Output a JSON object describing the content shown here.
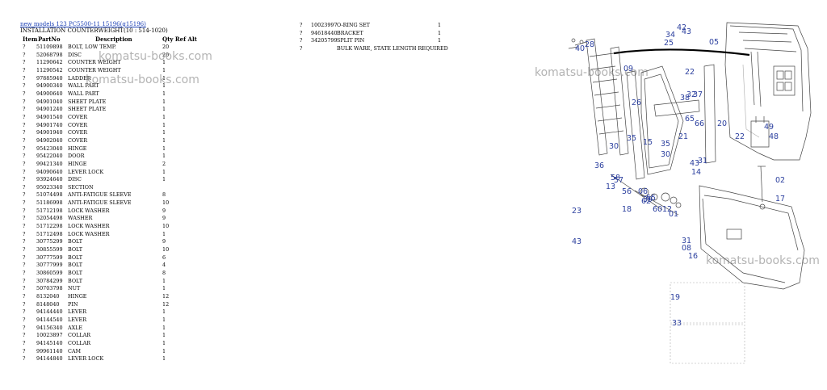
{
  "breadcrumb": {
    "link": "new models 123 PC5500-11 15196(g15196)"
  },
  "subtitle": "INSTALLATION COUNTERWEIGHT(10 : 514-1020)",
  "headers": {
    "item": "Item",
    "partno": "PartNo",
    "description": "Description",
    "qty": "Qty Ref Alt"
  },
  "parts_left": [
    {
      "q": "?",
      "n": "51109898",
      "d": "BOLT, LOW TEMP.",
      "qty": "20"
    },
    {
      "q": "?",
      "n": "52068798",
      "d": "DISC",
      "qty": "20"
    },
    {
      "q": "?",
      "n": "11290642",
      "d": "COUNTER WEIGHT",
      "qty": "1"
    },
    {
      "q": "?",
      "n": "11290542",
      "d": "COUNTER WEIGHT",
      "qty": "1"
    },
    {
      "q": "?",
      "n": "97885940",
      "d": "LADDER",
      "qty": "1"
    },
    {
      "q": "?",
      "n": "94900340",
      "d": "WALL PART",
      "qty": "1"
    },
    {
      "q": "?",
      "n": "94900640",
      "d": "WALL PART",
      "qty": "1"
    },
    {
      "q": "?",
      "n": "94901040",
      "d": "SHEET PLATE",
      "qty": "1"
    },
    {
      "q": "?",
      "n": "94901240",
      "d": "SHEET PLATE",
      "qty": "1"
    },
    {
      "q": "?",
      "n": "94901540",
      "d": "COVER",
      "qty": "1"
    },
    {
      "q": "?",
      "n": "94901740",
      "d": "COVER",
      "qty": "1"
    },
    {
      "q": "?",
      "n": "94901940",
      "d": "COVER",
      "qty": "1"
    },
    {
      "q": "?",
      "n": "94902040",
      "d": "COVER",
      "qty": "1"
    },
    {
      "q": "?",
      "n": "95423040",
      "d": "HINGE",
      "qty": "1"
    },
    {
      "q": "?",
      "n": "95422040",
      "d": "DOOR",
      "qty": "1"
    },
    {
      "q": "?",
      "n": "99421340",
      "d": "HINGE",
      "qty": "2"
    },
    {
      "q": "?",
      "n": "94090640",
      "d": "LEVER LOCK",
      "qty": "1"
    },
    {
      "q": "?",
      "n": "93924640",
      "d": "DISC",
      "qty": "1"
    },
    {
      "q": "?",
      "n": "95023340",
      "d": "SECTION",
      "qty": ""
    },
    {
      "q": "?",
      "n": "51074498",
      "d": "ANTI-FATIGUE SLEEVE",
      "qty": "8"
    },
    {
      "q": "?",
      "n": "51186998",
      "d": "ANTI-FATIGUE SLEEVE",
      "qty": "10"
    },
    {
      "q": "?",
      "n": "51712198",
      "d": "LOCK WASHER",
      "qty": "9"
    },
    {
      "q": "?",
      "n": "52054498",
      "d": "WASHER",
      "qty": "9"
    },
    {
      "q": "?",
      "n": "51712298",
      "d": "LOCK WASHER",
      "qty": "10"
    },
    {
      "q": "?",
      "n": "51712498",
      "d": "LOCK WASHER",
      "qty": "1"
    },
    {
      "q": "?",
      "n": "30775299",
      "d": "BOLT",
      "qty": "9"
    },
    {
      "q": "?",
      "n": "30855599",
      "d": "BOLT",
      "qty": "10"
    },
    {
      "q": "?",
      "n": "30777599",
      "d": "BOLT",
      "qty": "6"
    },
    {
      "q": "?",
      "n": "30777999",
      "d": "BOLT",
      "qty": "4"
    },
    {
      "q": "?",
      "n": "30860599",
      "d": "BOLT",
      "qty": "8"
    },
    {
      "q": "?",
      "n": "30784299",
      "d": "BOLT",
      "qty": "1"
    },
    {
      "q": "?",
      "n": "50703798",
      "d": "NUT",
      "qty": "1"
    },
    {
      "q": "?",
      "n": "8132040",
      "d": "HINGE",
      "qty": "12"
    },
    {
      "q": "?",
      "n": "8148040",
      "d": "PIN",
      "qty": "12"
    },
    {
      "q": "?",
      "n": "94144440",
      "d": "LEVER",
      "qty": "1"
    },
    {
      "q": "?",
      "n": "94144540",
      "d": "LEVER",
      "qty": "1"
    },
    {
      "q": "?",
      "n": "94156340",
      "d": "AXLE",
      "qty": "1"
    },
    {
      "q": "?",
      "n": "10023897",
      "d": "COLLAR",
      "qty": "1"
    },
    {
      "q": "?",
      "n": "94145140",
      "d": "COLLAR",
      "qty": "1"
    },
    {
      "q": "?",
      "n": "99961140",
      "d": "CAM",
      "qty": "1"
    },
    {
      "q": "?",
      "n": "94144840",
      "d": "LEVER LOCK",
      "qty": "1"
    }
  ],
  "parts_right": [
    {
      "q": "?",
      "n": "10023997",
      "d": "O-RING SET",
      "qty": "1"
    },
    {
      "q": "?",
      "n": "94618440",
      "d": "BRACKET",
      "qty": "1"
    },
    {
      "q": "?",
      "n": "34205799",
      "d": "SPLIT PIN",
      "qty": "1"
    },
    {
      "q": "?",
      "n": "",
      "d": "BULK WARE, STATE LENGTH REQUIRED",
      "qty": ""
    }
  ],
  "watermark": "komatsu-books.com",
  "callouts": [
    "43",
    "42",
    "34",
    "25",
    "05",
    "40",
    "28",
    "09",
    "22",
    "32",
    "37",
    "38",
    "26",
    "65",
    "66",
    "20",
    "49",
    "22",
    "48",
    "35",
    "15",
    "35",
    "21",
    "30",
    "30",
    "31",
    "43",
    "14",
    "36",
    "57",
    "58",
    "13",
    "56",
    "06",
    "62",
    "39",
    "55",
    "60",
    "12",
    "01",
    "02",
    "17",
    "23",
    "18",
    "43",
    "31",
    "08",
    "16",
    "19",
    "33"
  ]
}
